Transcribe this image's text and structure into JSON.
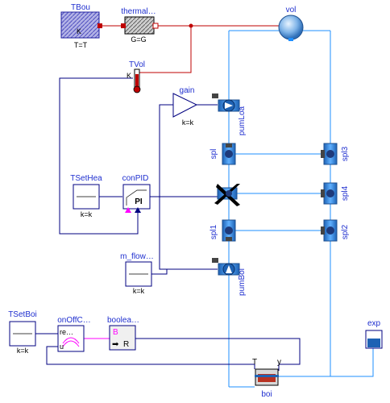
{
  "blocks": {
    "TBou": {
      "name": "TBou",
      "sub": "T=T"
    },
    "thermal": {
      "name": "thermal…",
      "sub": "G=G"
    },
    "vol": {
      "name": "vol"
    },
    "TVol": {
      "name": "TVol",
      "sub": "K"
    },
    "gain": {
      "name": "gain",
      "sub": "k=k"
    },
    "pumLoa": {
      "name": "pumLoa"
    },
    "spl": {
      "name": "spl"
    },
    "spl3": {
      "name": "spl3"
    },
    "TSetHea": {
      "name": "TSetHea",
      "sub": "k=k"
    },
    "conPID": {
      "name": "conPID",
      "inner": "PI"
    },
    "spl4": {
      "name": "spl4"
    },
    "spl1": {
      "name": "spl1"
    },
    "spl2": {
      "name": "spl2"
    },
    "m_flow": {
      "name": "m_flow…",
      "sub": "k=k"
    },
    "pumBoi": {
      "name": "pumBoi"
    },
    "TSetBoi": {
      "name": "TSetBoi",
      "sub": "k=k"
    },
    "onOffC": {
      "name": "onOffC…",
      "ref": "re…",
      "u": "u"
    },
    "boolea": {
      "name": "boolea…",
      "b": "B",
      "r": "R"
    },
    "exp": {
      "name": "exp"
    },
    "boi": {
      "name": "boi",
      "t": "T",
      "y": "y"
    }
  },
  "colors": {
    "fluid_line": "#1e8fff",
    "signal_line": "#000080",
    "heat_line": "#bf0000",
    "boolean_line": "#ff00ff",
    "label_blue": "#1f2fcf"
  }
}
